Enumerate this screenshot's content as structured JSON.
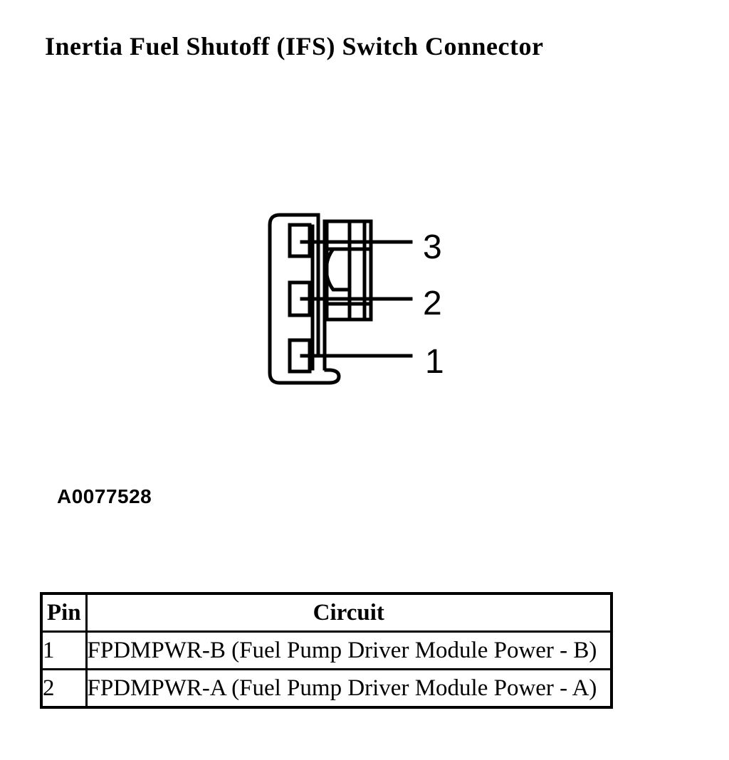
{
  "page": {
    "title": "Inertia Fuel Shutoff (IFS) Switch Connector",
    "figure_id": "A0077528",
    "background_color": "#ffffff",
    "ink_color": "#000000"
  },
  "diagram": {
    "description": "Line drawing of 3-cavity Inertia Fuel Shutoff switch connector with leader lines to pin numbers",
    "pin_labels": [
      "3",
      "2",
      "1"
    ]
  },
  "table": {
    "headers": [
      "Pin",
      "Circuit"
    ],
    "rows": [
      [
        "1",
        "FPDMPWR-B (Fuel Pump Driver Module Power - B)"
      ],
      [
        "2",
        "FPDMPWR-A (Fuel Pump Driver Module Power - A)"
      ]
    ]
  }
}
